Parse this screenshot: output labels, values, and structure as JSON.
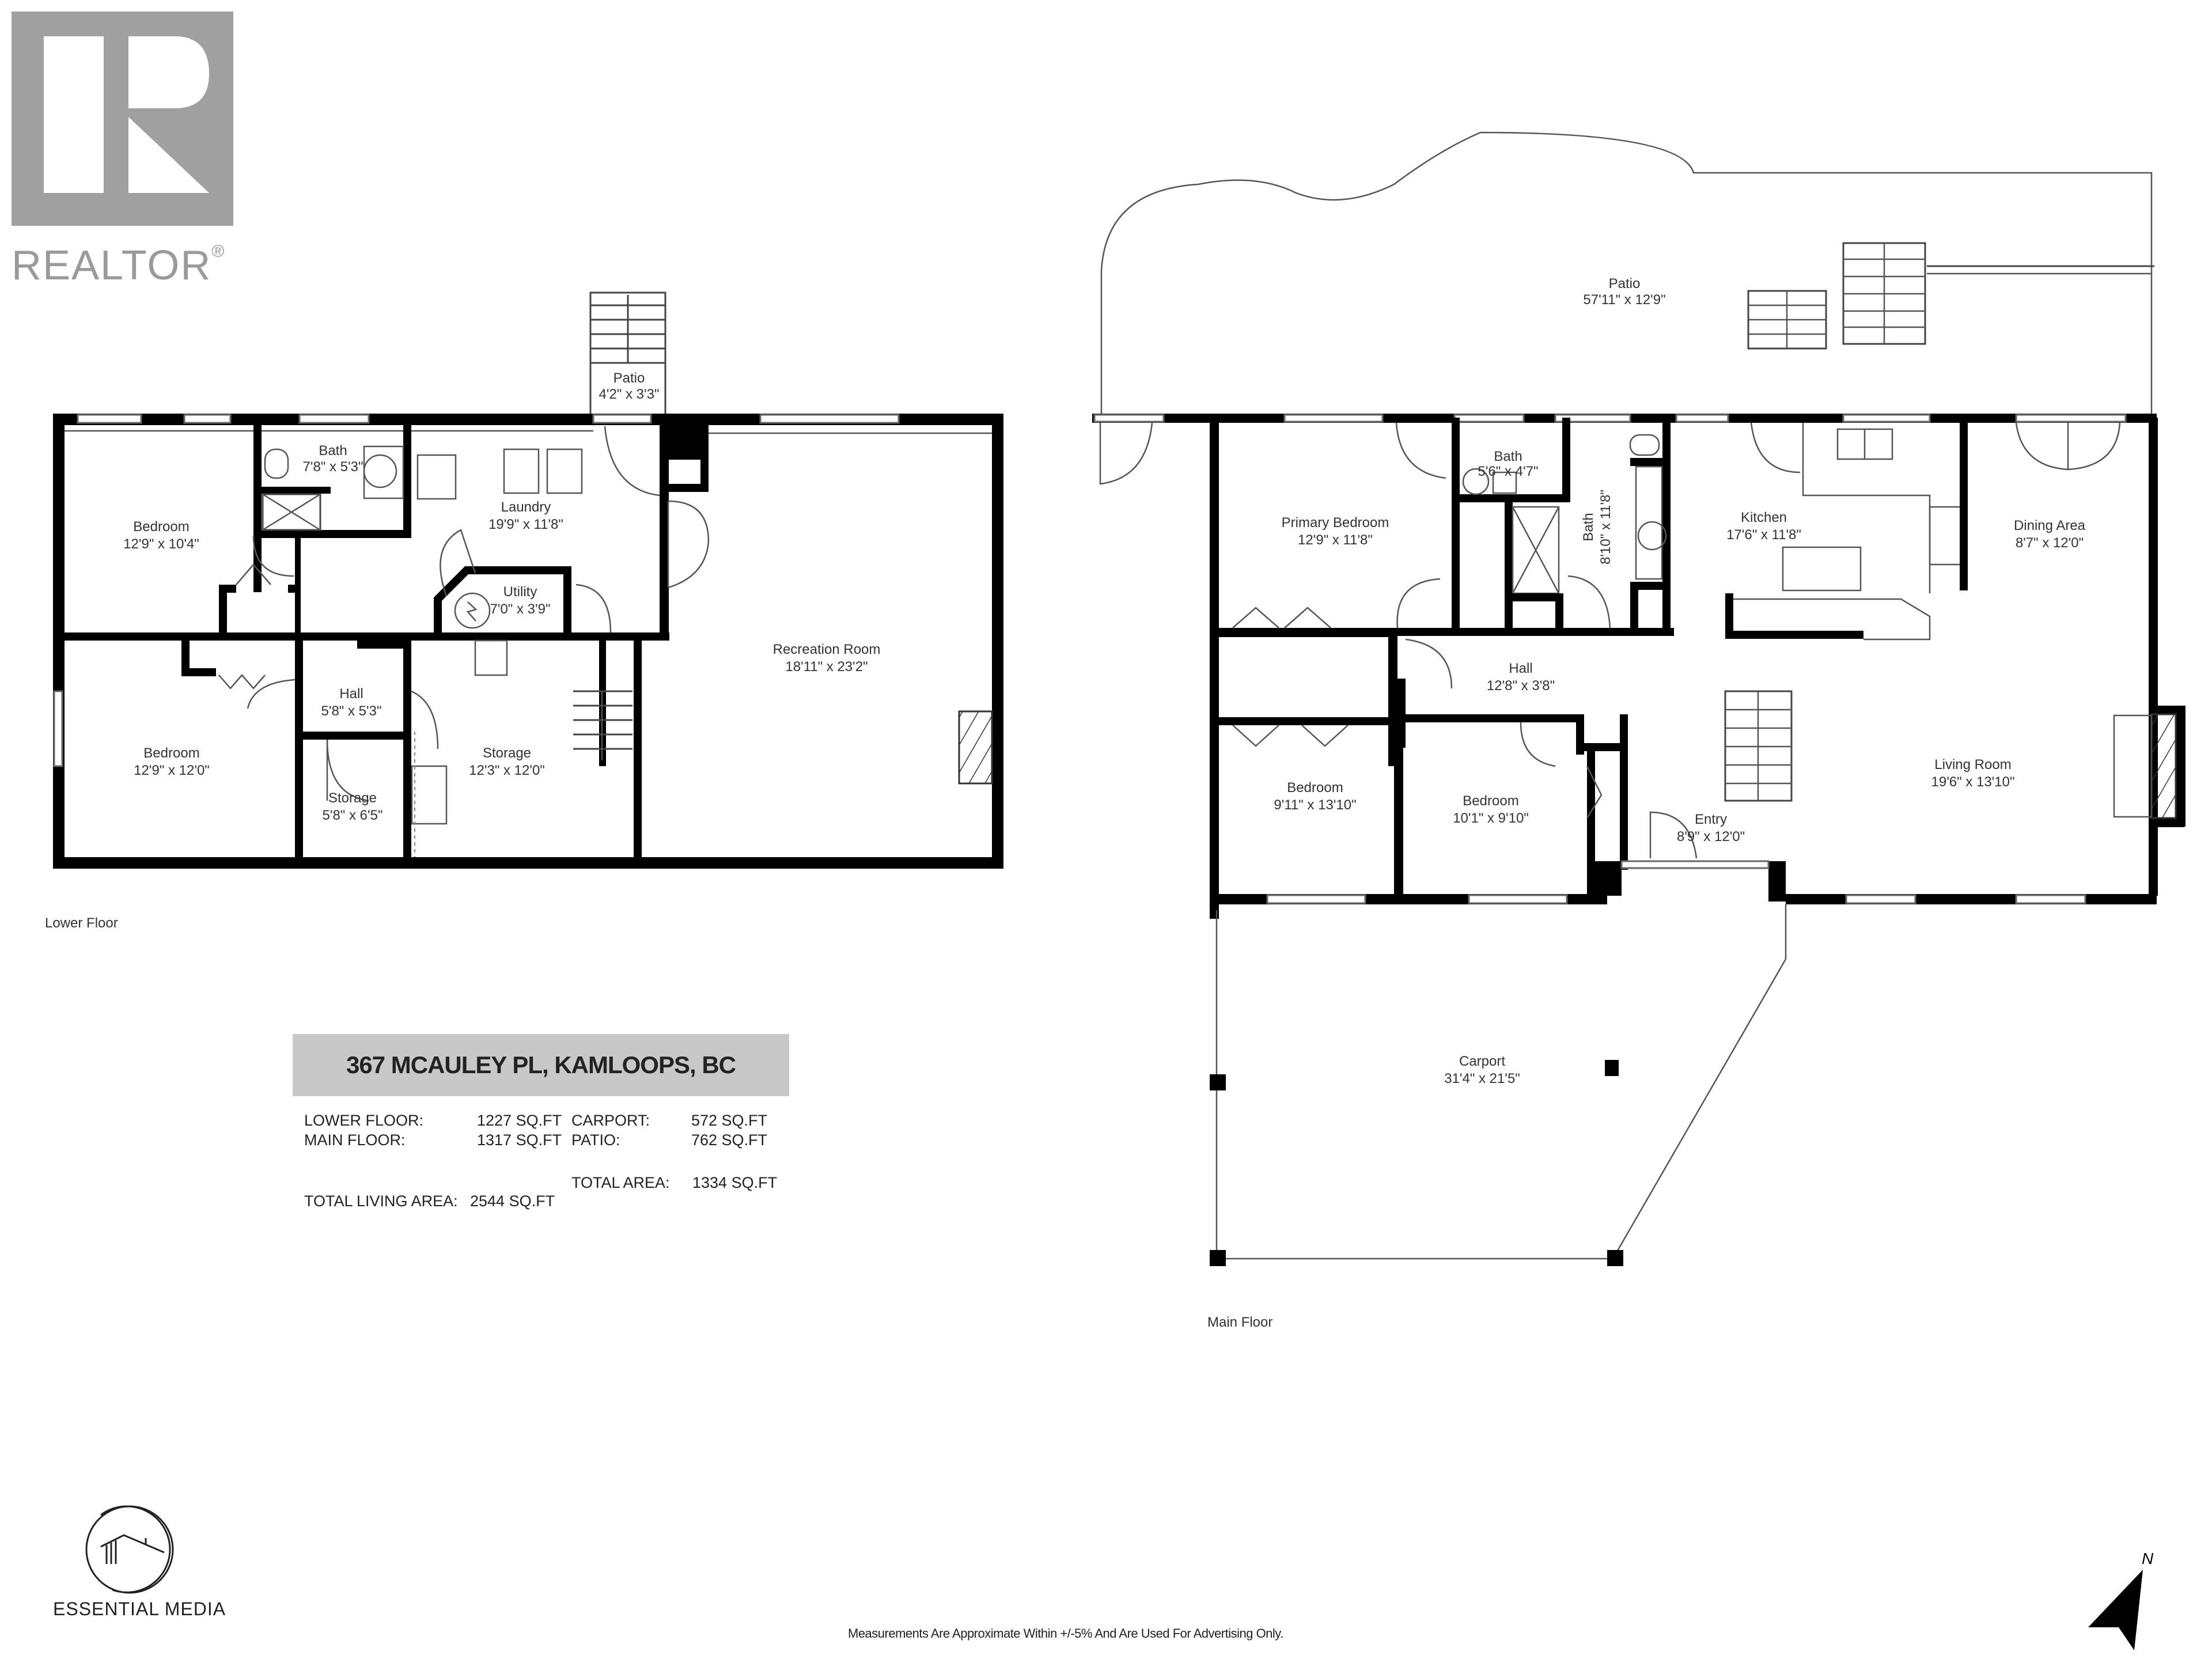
{
  "branding": {
    "realtor_logo_text": "REALTOR",
    "realtor_registered_mark": "®",
    "essential_media_text": "ESSENTIAL MEDIA"
  },
  "property": {
    "address": "367 MCAULEY PL, KAMLOOPS, BC",
    "areas": {
      "lower_floor_label": "LOWER FLOOR:",
      "lower_floor_value": "1227 SQ.FT",
      "main_floor_label": "MAIN FLOOR:",
      "main_floor_value": "1317 SQ.FT",
      "carport_label": "CARPORT:",
      "carport_value": "572 SQ.FT",
      "patio_label": "PATIO:",
      "patio_value": "762 SQ.FT",
      "total_area_label": "TOTAL AREA:",
      "total_area_value": "1334 SQ.FT",
      "total_living_label": "TOTAL LIVING AREA:",
      "total_living_value": "2544 SQ.FT"
    }
  },
  "lower_floor": {
    "label": "Lower Floor",
    "rooms": [
      {
        "name": "Bedroom",
        "dims": "12'9\" x 10'4\""
      },
      {
        "name": "Bath",
        "dims": "7'8\" x 5'3\""
      },
      {
        "name": "Laundry",
        "dims": "19'9\" x 11'8\""
      },
      {
        "name": "Patio",
        "dims": "4'2\" x 3'3\""
      },
      {
        "name": "Utility",
        "dims": "7'0\" x 3'9\""
      },
      {
        "name": "Recreation Room",
        "dims": "18'11\" x 23'2\""
      },
      {
        "name": "Bedroom",
        "dims": "12'9\" x 12'0\""
      },
      {
        "name": "Hall",
        "dims": "5'8\" x 5'3\""
      },
      {
        "name": "Storage",
        "dims": "5'8\" x 6'5\""
      },
      {
        "name": "Storage",
        "dims": "12'3\" x 12'0\""
      }
    ]
  },
  "main_floor": {
    "label": "Main Floor",
    "rooms": [
      {
        "name": "Patio",
        "dims": "57'11\" x 12'9\""
      },
      {
        "name": "Primary Bedroom",
        "dims": "12'9\" x 11'8\""
      },
      {
        "name": "Bath",
        "dims": "5'6\" x 4'7\""
      },
      {
        "name": "Bath",
        "dims": "8'10\" x 11'8\""
      },
      {
        "name": "Kitchen",
        "dims": "17'6\" x 11'8\""
      },
      {
        "name": "Dining Area",
        "dims": "8'7\" x 12'0\""
      },
      {
        "name": "Hall",
        "dims": "12'8\" x 3'8\""
      },
      {
        "name": "Bedroom",
        "dims": "9'11\" x 13'10\""
      },
      {
        "name": "Bedroom",
        "dims": "10'1\" x 9'10\""
      },
      {
        "name": "Entry",
        "dims": "8'9\" x 12'0\""
      },
      {
        "name": "Living Room",
        "dims": "19'6\" x 13'10\""
      },
      {
        "name": "Carport",
        "dims": "31'4\" x 21'5\""
      }
    ]
  },
  "footer": {
    "disclaimer": "Measurements Are Approximate Within +/-5% And Are Used For Advertising Only.",
    "compass_label": "N"
  }
}
